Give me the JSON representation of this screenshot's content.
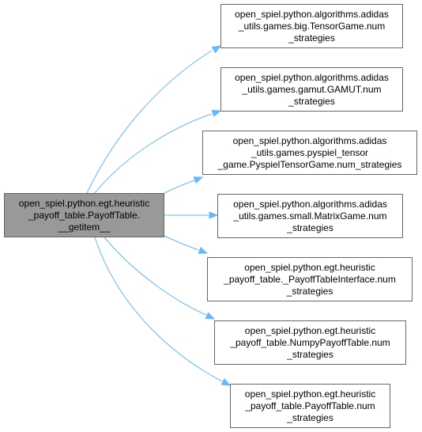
{
  "colors": {
    "edge": "#63b8ff",
    "node_border": "#666666",
    "source_fill": "#999999",
    "target_fill": "#ffffff"
  },
  "source": {
    "lines": [
      "open_spiel.python.egt.heuristic",
      "_payoff_table.PayoffTable.",
      "__getitem__"
    ]
  },
  "targets": [
    {
      "lines": [
        "open_spiel.python.algorithms.adidas",
        "_utils.games.big.TensorGame.num",
        "_strategies"
      ]
    },
    {
      "lines": [
        "open_spiel.python.algorithms.adidas",
        "_utils.games.gamut.GAMUT.num",
        "_strategies"
      ]
    },
    {
      "lines": [
        "open_spiel.python.algorithms.adidas",
        "_utils.games.pyspiel_tensor",
        "_game.PyspielTensorGame.num_strategies"
      ]
    },
    {
      "lines": [
        "open_spiel.python.algorithms.adidas",
        "_utils.games.small.MatrixGame.num",
        "_strategies"
      ]
    },
    {
      "lines": [
        "open_spiel.python.egt.heuristic",
        "_payoff_table._PayoffTableInterface.num",
        "_strategies"
      ]
    },
    {
      "lines": [
        "open_spiel.python.egt.heuristic",
        "_payoff_table.NumpyPayoffTable.num",
        "_strategies"
      ]
    },
    {
      "lines": [
        "open_spiel.python.egt.heuristic",
        "_payoff_table.PayoffTable.num",
        "_strategies"
      ]
    }
  ]
}
